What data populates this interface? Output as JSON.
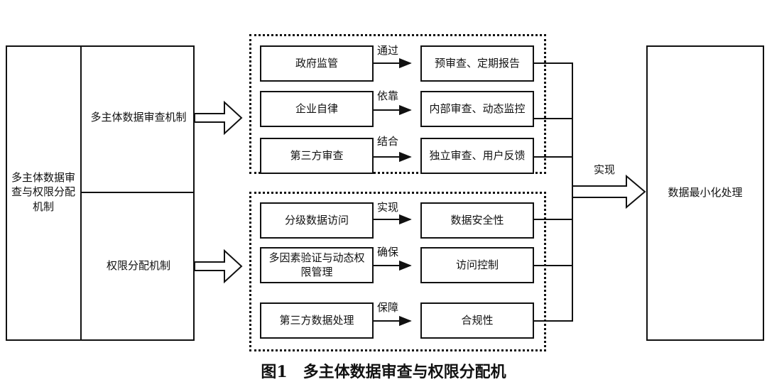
{
  "left_panel": {
    "main_label": "多主体数据审查与权限分配机制",
    "top_label": "多主体数据审查机制",
    "bottom_label": "权限分配机制"
  },
  "review_group": {
    "rows": [
      {
        "source": "政府监管",
        "relation": "通过",
        "target": "预审查、定期报告"
      },
      {
        "source": "企业自律",
        "relation": "依靠",
        "target": "内部审查、动态监控"
      },
      {
        "source": "第三方审查",
        "relation": "结合",
        "target": "独立审查、用户反馈"
      }
    ]
  },
  "permission_group": {
    "rows": [
      {
        "source": "分级数据访问",
        "relation": "实现",
        "target": "数据安全性"
      },
      {
        "source": "多因素验证与动态权限管理",
        "relation": "确保",
        "target": "访问控制"
      },
      {
        "source": "第三方数据处理",
        "relation": "保障",
        "target": "合规性"
      }
    ]
  },
  "merge_label": "实现",
  "outcome": "数据最小化处理",
  "caption": "图1　多主体数据审查与权限分配机"
}
